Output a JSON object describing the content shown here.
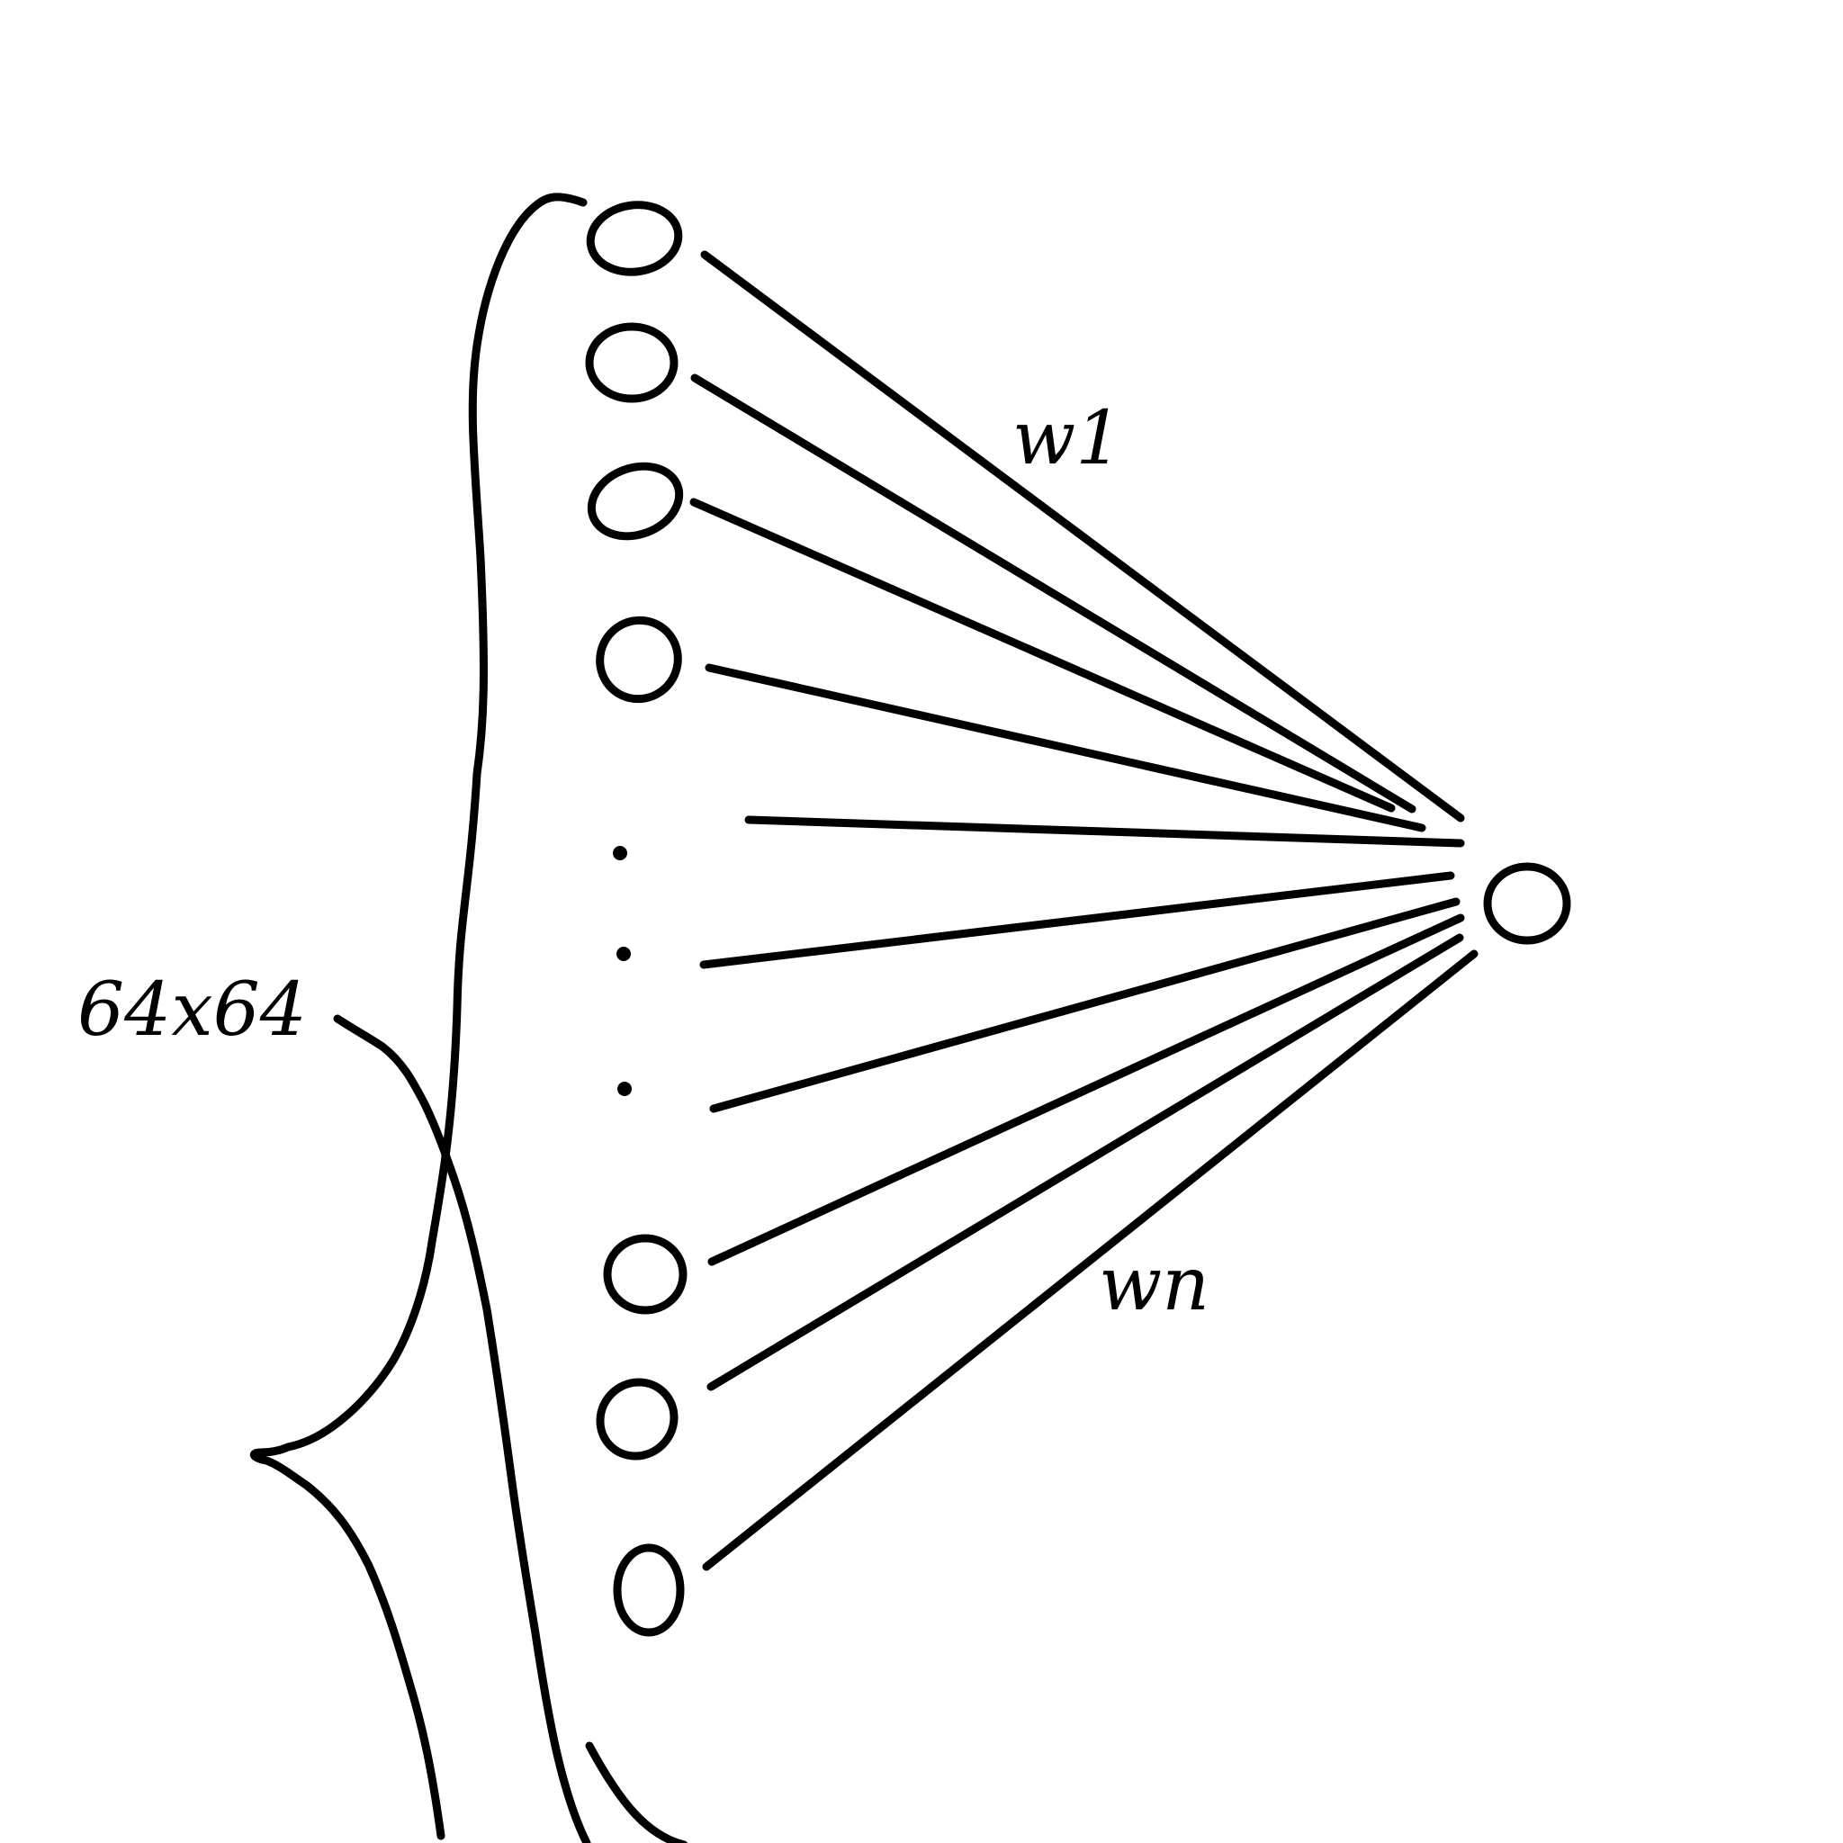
{
  "diagram": {
    "input_label": "64x64",
    "weight_top_label": "w1",
    "weight_bottom_label": "wn"
  },
  "nodes": {
    "inputs_top_count": 4,
    "inputs_bottom_count": 3,
    "ellipsis_dots": 3,
    "output_count": 1
  },
  "colors": {
    "ink": "#000000",
    "background": "#ffffff"
  }
}
